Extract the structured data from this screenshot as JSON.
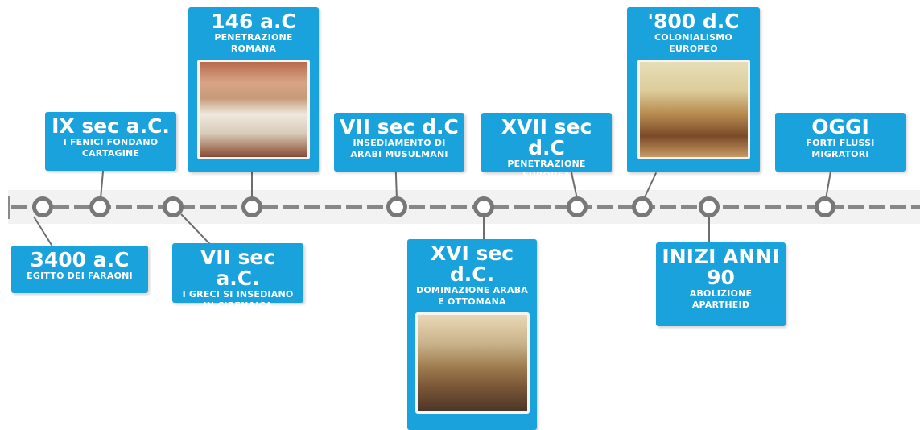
{
  "colors": {
    "card": "#1aa2dc",
    "rail": "#878787",
    "band": "#f2f2f2",
    "text": "#ffffff"
  },
  "events": [
    {
      "id": "e1",
      "date": "3400 a.C",
      "desc": [
        "EGITTO DEI FARAONI"
      ]
    },
    {
      "id": "e2",
      "date": "IX sec a.C.",
      "desc": [
        "I FENICI FONDANO",
        "CARTAGINE"
      ]
    },
    {
      "id": "e3",
      "date": "VII sec a.C.",
      "desc": [
        "I GRECI SI INSEDIANO",
        "IN CIRENAICA"
      ]
    },
    {
      "id": "e4",
      "date": "146 a.C",
      "desc": [
        "PENETRAZIONE",
        "ROMANA"
      ],
      "image": "roman-senators-illustration"
    },
    {
      "id": "e5",
      "date": "VII sec d.C",
      "desc": [
        "INSEDIAMENTO DI",
        "ARABI MUSULMANI"
      ]
    },
    {
      "id": "e6",
      "date": [
        "XVI sec",
        "d.C."
      ],
      "desc": [
        "DOMINAZIONE ARABA",
        "E OTTOMANA"
      ],
      "image": "ottoman-army-painting"
    },
    {
      "id": "e7",
      "date": "XVII sec d.C",
      "desc": [
        "PENETRAZIONE",
        "EUROPEA"
      ]
    },
    {
      "id": "e8",
      "date": "'800 d.C",
      "desc": [
        "COLONIALISMO",
        "EUROPEO"
      ],
      "image": "colonial-expedition-illustration"
    },
    {
      "id": "e9",
      "date": [
        "INIZI ANNI",
        "90"
      ],
      "desc": [
        "ABOLIZIONE",
        "APARTHEID"
      ]
    },
    {
      "id": "e10",
      "date": "OGGI",
      "desc": [
        "FORTI FLUSSI",
        "MIGRATORI"
      ]
    }
  ]
}
